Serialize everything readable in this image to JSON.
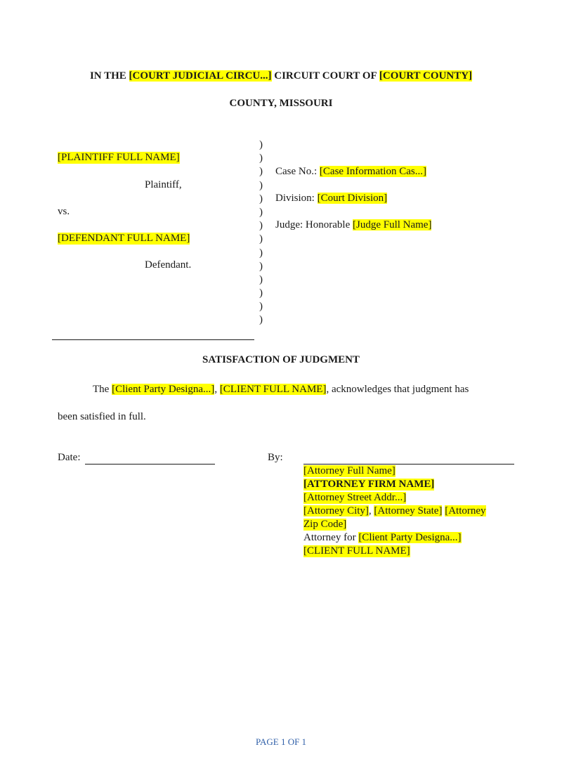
{
  "header": {
    "line1_prefix": "IN THE",
    "court_circuit_field": "[COURT JUDICIAL CIRCU...]",
    "line1_middle": "CIRCUIT COURT OF",
    "court_county_field": "[COURT COUNTY]",
    "line2": "COUNTY, MISSOURI"
  },
  "caption": {
    "plaintiff_field": "[PLAINTIFF FULL NAME]",
    "plaintiff_label": "Plaintiff,",
    "vs": "vs.",
    "defendant_field": "[DEFENDANT FULL NAME]",
    "defendant_label": "Defendant.",
    "paren": ")",
    "case_no_label": "Case No.:",
    "case_no_field": "[Case Information Cas...]",
    "division_label": "Division:",
    "division_field": "[Court Division]",
    "judge_label": "Judge: Honorable",
    "judge_field": "[Judge Full Name]"
  },
  "title": "SATISFACTION OF JUDGMENT",
  "body": {
    "the": "The",
    "client_designation_field": "[Client Party Designa...]",
    "comma": ",",
    "client_name_field": "[CLIENT FULL NAME]",
    "text1": ", acknowledges that judgment has",
    "text2": "been satisfied in full."
  },
  "signature": {
    "date_label": "Date:",
    "by_label": "By:",
    "attorney_name_field": "[Attorney Full Name]",
    "firm_name_field": "[ATTORNEY FIRM NAME]",
    "street_field": "[Attorney Street Addr...]",
    "city_field": "[Attorney City]",
    "comma": ",",
    "state_field": "[Attorney State]",
    "zip_field_part1": "[Attorney",
    "zip_field_part2": "Zip Code]",
    "attorney_for_label": "Attorney for",
    "client_designation_field": "[Client Party Designa...]",
    "client_name_field": "[CLIENT FULL NAME]"
  },
  "footer": {
    "page_label": "PAGE 1 OF 1"
  },
  "colors": {
    "highlight": "#ffff00",
    "footer_text": "#2f5fa8"
  }
}
